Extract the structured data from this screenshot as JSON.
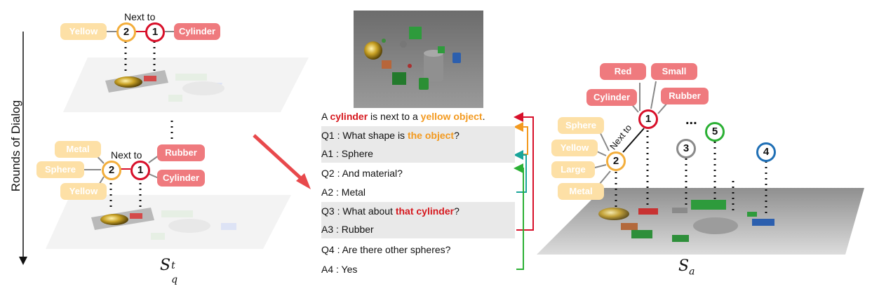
{
  "axis_label": "Rounds of Dialog",
  "top_graph": {
    "next_to": "Next to",
    "node_a": "2",
    "node_b": "1",
    "label_left": "Yellow",
    "label_right": "Cylinder"
  },
  "bottom_graph": {
    "next_to": "Next to",
    "node_a": "2",
    "node_b": "1",
    "left_labels": [
      "Metal",
      "Sphere",
      "Yellow"
    ],
    "right_labels": [
      "Rubber",
      "Cylinder"
    ]
  },
  "caption_left": "S",
  "caption_left_sup": "t",
  "caption_left_sub": "q",
  "dialog": {
    "caption": {
      "pre": "A ",
      "hl1": "cylinder",
      "mid": " is next to a ",
      "hl2": "yellow object",
      "post": "."
    },
    "q1": {
      "pre": "Q1 : What shape is ",
      "hl": "the object",
      "post": "?"
    },
    "a1": "A1 : Sphere",
    "q2": "Q2 : And material?",
    "a2": "A2 : Metal",
    "q3": {
      "pre": "Q3 : What about ",
      "hl": "that cylinder",
      "post": "?"
    },
    "a3": "A3 : Rubber",
    "q4": "Q4 : Are there other spheres?",
    "a4": "A4 : Yes"
  },
  "right_graph": {
    "next_to": "Next to",
    "nodes": [
      "1",
      "2",
      "3",
      "4",
      "5"
    ],
    "red_labels": [
      "Red",
      "Small",
      "Cylinder",
      "Rubber"
    ],
    "yellow_labels": [
      "Sphere",
      "Yellow",
      "Large",
      "Metal"
    ],
    "ellipsis": "..."
  },
  "caption_right": "S",
  "caption_right_sub": "a",
  "colors": {
    "red": "#d8102a",
    "orange": "#f3ae3c",
    "teal": "#1aa59a",
    "green": "#2bb034",
    "blue": "#1f6fb5"
  }
}
